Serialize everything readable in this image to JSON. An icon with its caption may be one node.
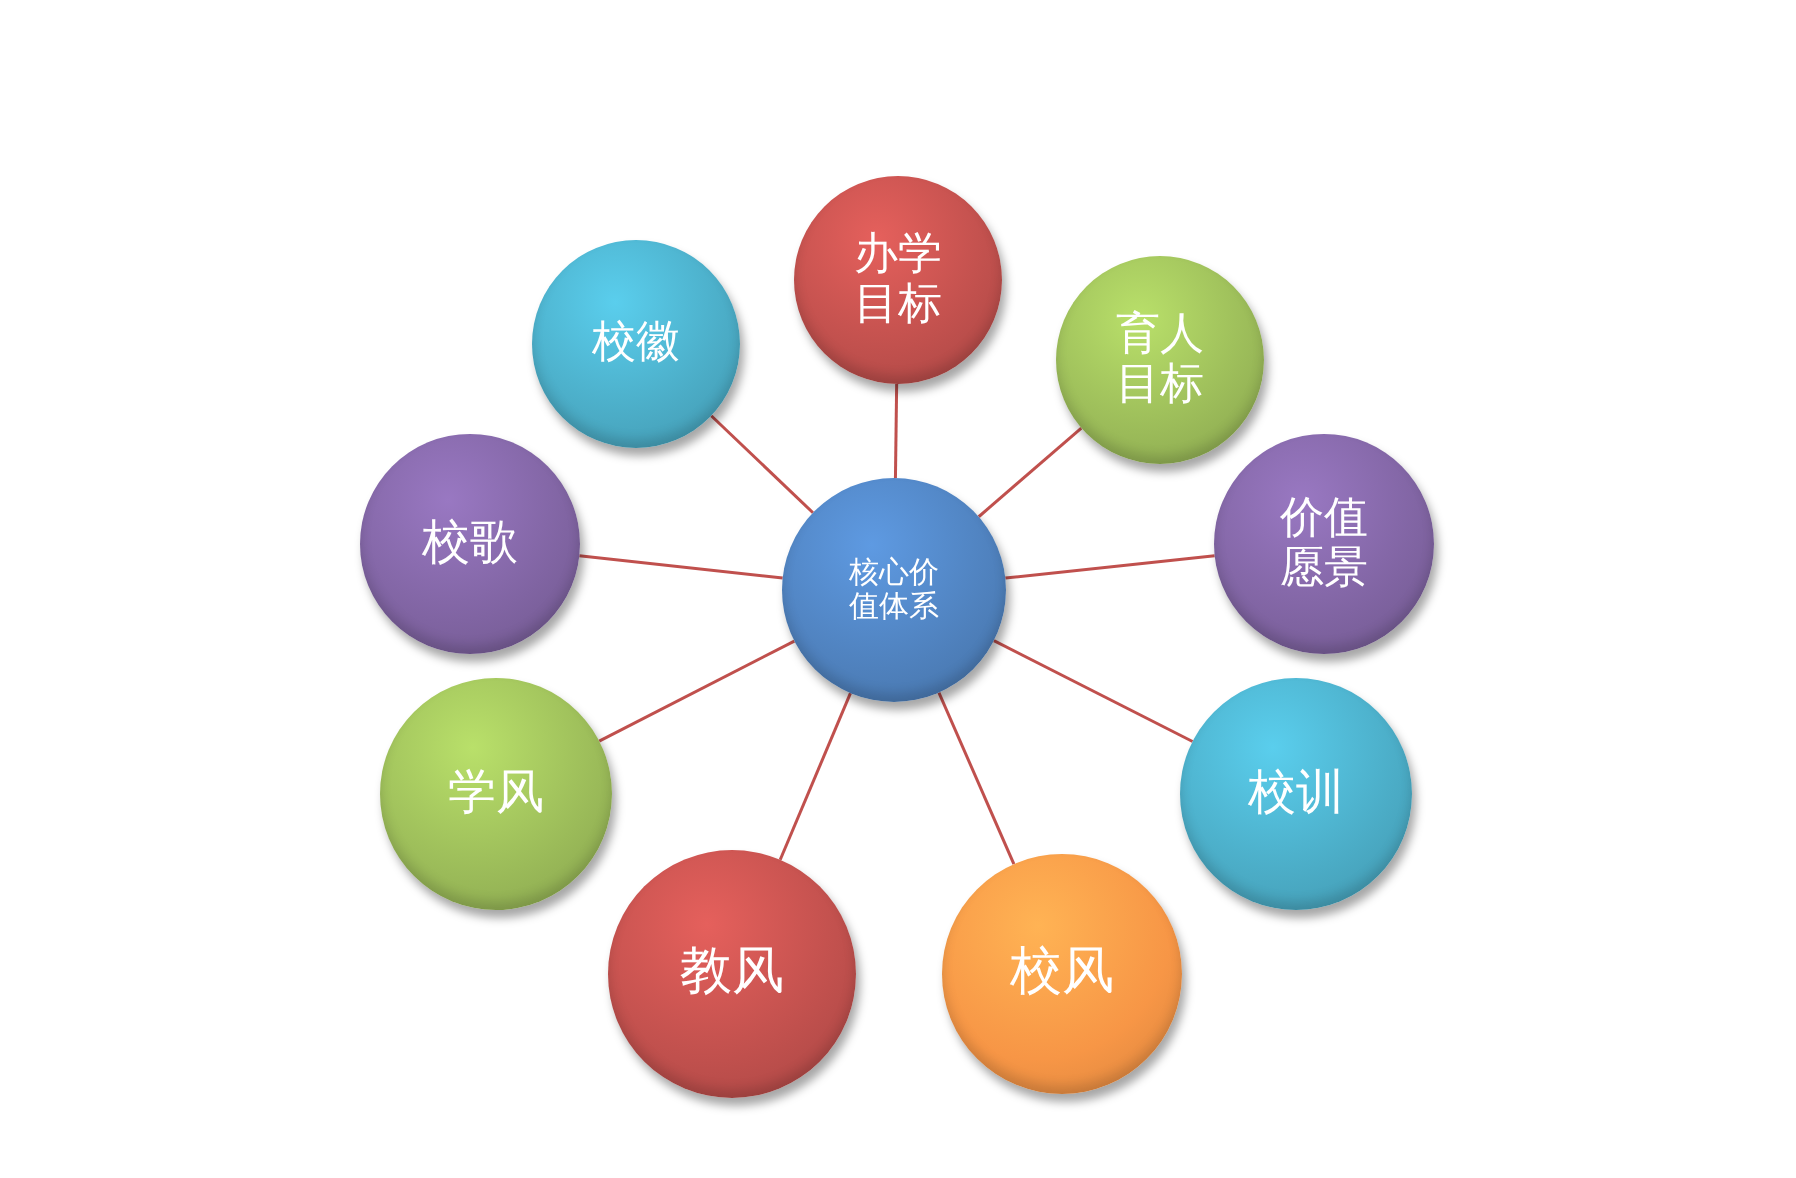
{
  "diagram": {
    "nodes": [
      {
        "text": [
          "核心价值体系"
        ]
      },
      {
        "text": [
          "办学目标"
        ]
      },
      {
        "text": [
          "育人目标"
        ]
      },
      {
        "text": [
          "价值愿景"
        ]
      },
      {
        "text": [
          "校训"
        ]
      },
      {
        "text": [
          "校风"
        ]
      },
      {
        "text": [
          "教风"
        ]
      },
      {
        "text": [
          "学风"
        ]
      },
      {
        "text": [
          "校歌"
        ]
      },
      {
        "text": [
          "校徽"
        ]
      }
    ],
    "edges": [
      {
        "from": 0,
        "to": 1,
        "arrow": "none"
      },
      {
        "from": 0,
        "to": 2,
        "arrow": "none"
      },
      {
        "from": 0,
        "to": 3,
        "arrow": "none"
      },
      {
        "from": 0,
        "to": 4,
        "arrow": "none"
      },
      {
        "from": 0,
        "to": 5,
        "arrow": "none"
      },
      {
        "from": 0,
        "to": 6,
        "arrow": "none"
      },
      {
        "from": 0,
        "to": 7,
        "arrow": "none"
      },
      {
        "from": 0,
        "to": 8,
        "arrow": "none"
      },
      {
        "from": 0,
        "to": 9,
        "arrow": "none"
      }
    ]
  }
}
